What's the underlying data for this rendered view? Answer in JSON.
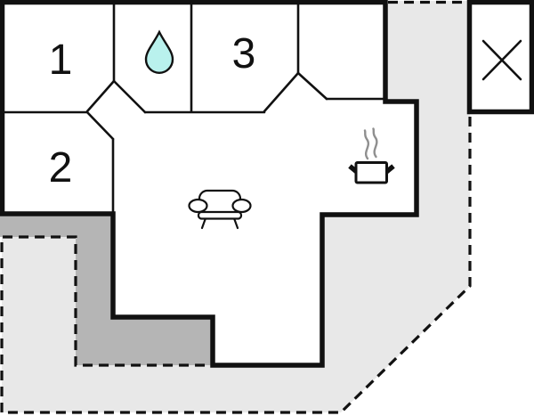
{
  "title": "holiday-home-floor-plan",
  "colors": {
    "background": "#ffffff",
    "plot_fill": "#e8e8e8",
    "terrace_fill": "#b5b5b5",
    "wall": "#111111",
    "water_drop_fill": "#b9f1ed",
    "steam": "#8f8f8f"
  },
  "rooms": [
    {
      "id": "room-1",
      "label": "1"
    },
    {
      "id": "room-2",
      "label": "2"
    },
    {
      "id": "room-3",
      "label": "3"
    }
  ],
  "icons": [
    {
      "name": "water-drop-icon"
    },
    {
      "name": "cooking-pot-icon"
    },
    {
      "name": "sofa-icon"
    },
    {
      "name": "x-mark-icon"
    }
  ]
}
